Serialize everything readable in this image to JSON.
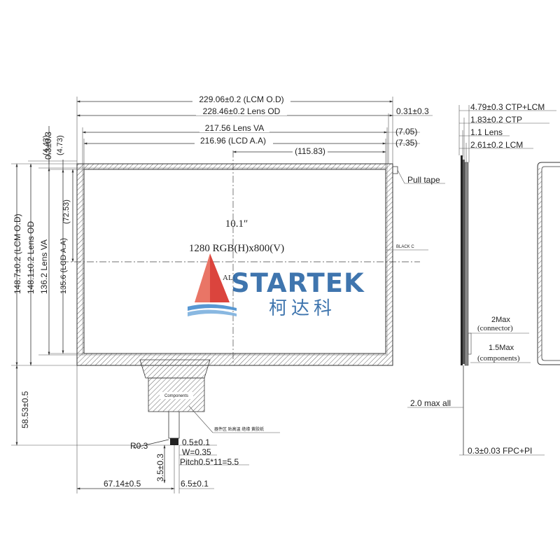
{
  "front_view": {
    "dims_top": {
      "lcm_od": "229.06±0.2 (LCM O.D)",
      "lens_od": "228.46±0.2 Lens OD",
      "lens_od_offset": "0.31±0.3",
      "lens_va": "217.56 Lens VA",
      "lens_va_offset": "(7.05)",
      "lcd_aa": "216.96 (LCD A.A)",
      "lcd_aa_offset": "(7.35)",
      "center_x": "(115.83)"
    },
    "dims_left": {
      "top_offset": "0.3±0.3",
      "off_443": "(4.43)",
      "off_473": "(4.73)",
      "lcm_od_v": "148.7±0.2 (LCM O.D)",
      "lens_od_v": "148.1±0.2 Lens OD",
      "lens_va_v": "136.2 Lens VA",
      "lcd_aa_v": "135.6 (LCD A.A)",
      "center_y": "(72.53)",
      "fpc_length": "58.53±0.5"
    },
    "center_labels": {
      "size": "10.1″",
      "resolution": "1280 RGB(H)x800(V)",
      "all": "ALL"
    },
    "callouts": {
      "pull_tape": "Pull tape",
      "black_c": "BLACK C",
      "components": "Components",
      "stiffener_note": "器件区 贴高温 绝缘 黄胶纸"
    },
    "dims_bottom": {
      "r03": "R0.3",
      "pin_width_tol": "0.5±0.1",
      "w": "W=0.35",
      "pitch": "Pitch0.5*11=5.5",
      "h35": "3.5±0.3",
      "fpc_x": "67.14±0.5",
      "fpc_w": "6.5±0.1"
    }
  },
  "side_view": {
    "ctp_lcm": "4.79±0.3 CTP+LCM",
    "ctp": "1.83±0.2 CTP",
    "lens": "1.1 Lens",
    "lcm": "2.61±0.2 LCM",
    "connector": "2Max",
    "connector_label": "(connector)",
    "components_max": "1.5Max",
    "components_label": "(components)",
    "two_max_all": "2.0 max all",
    "fpc_pi": "0.3±0.03 FPC+PI"
  },
  "watermark": {
    "brand": "STARTEK",
    "brand_cn": "柯达科",
    "colors": {
      "red": "#d9352d",
      "blue": "#2f6aa8",
      "light_blue": "#7fb2df"
    }
  }
}
